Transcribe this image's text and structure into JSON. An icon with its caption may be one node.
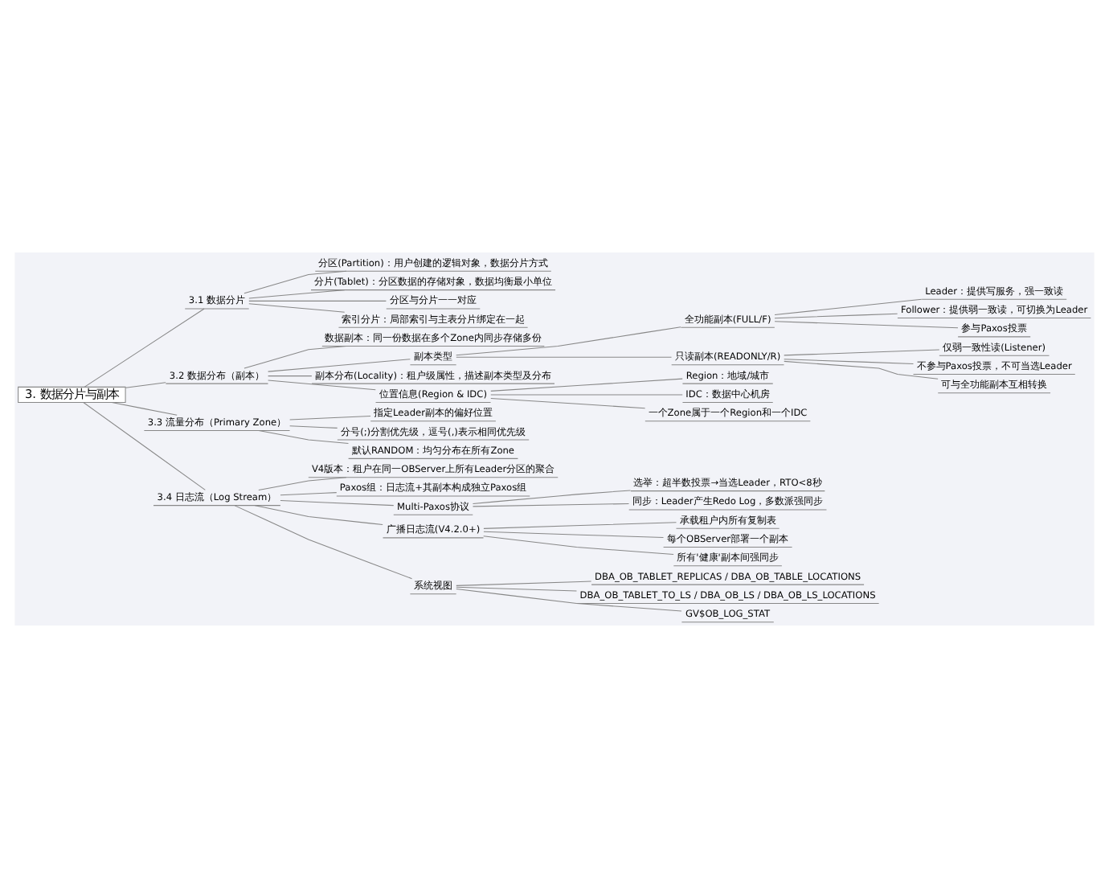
{
  "diagram": {
    "nodes": [
      {
        "text": [
          "3. 数据分片与副本"
        ]
      },
      {
        "text": [
          "3.1 数据分片"
        ]
      },
      {
        "text": [
          "分区(Partition)：用户创建的逻辑对象，数据分片方式"
        ]
      },
      {
        "text": [
          "分片(Tablet)：分区数据的存储对象，数据均衡最小单位"
        ]
      },
      {
        "text": [
          "分区与分片一一对应"
        ]
      },
      {
        "text": [
          "索引分片：局部索引与主表分片绑定在一起"
        ]
      },
      {
        "text": [
          "3.2 数据分布（副本）"
        ]
      },
      {
        "text": [
          "数据副本：同一份数据在多个Zone内同步存储多份"
        ]
      },
      {
        "text": [
          "副本类型"
        ]
      },
      {
        "text": [
          "全功能副本(FULL/F)"
        ]
      },
      {
        "text": [
          "Leader：提供写服务，强一致读"
        ]
      },
      {
        "text": [
          "Follower：提供弱一致读，可切换为Leader"
        ]
      },
      {
        "text": [
          "参与Paxos投票"
        ]
      },
      {
        "text": [
          "只读副本(READONLY/R)"
        ]
      },
      {
        "text": [
          "仅弱一致性读(Listener)"
        ]
      },
      {
        "text": [
          "不参与Paxos投票，不可当选Leader"
        ]
      },
      {
        "text": [
          "可与全功能副本互相转换"
        ]
      },
      {
        "text": [
          "副本分布(Locality)：租户级属性，描述副本类型及分布"
        ]
      },
      {
        "text": [
          "位置信息(Region & IDC)"
        ]
      },
      {
        "text": [
          "Region：地域/城市"
        ]
      },
      {
        "text": [
          "IDC：数据中心机房"
        ]
      },
      {
        "text": [
          "一个Zone属于一个Region和一个IDC"
        ]
      },
      {
        "text": [
          "3.3 流量分布（Primary Zone）"
        ]
      },
      {
        "text": [
          "指定Leader副本的偏好位置"
        ]
      },
      {
        "text": [
          "分号(;)分割优先级，逗号(,)表示相同优先级"
        ]
      },
      {
        "text": [
          "默认RANDOM：均匀分布在所有Zone"
        ]
      },
      {
        "text": [
          "3.4 日志流（Log Stream）"
        ]
      },
      {
        "text": [
          "V4版本：租户在同一OBServer上所有Leader分区的聚合"
        ]
      },
      {
        "text": [
          "Paxos组：日志流+其副本构成独立Paxos组"
        ]
      },
      {
        "text": [
          "Multi-Paxos协议"
        ]
      },
      {
        "text": [
          "选举：超半数投票→当选Leader，RTO<8秒"
        ]
      },
      {
        "text": [
          "同步：Leader产生Redo Log，多数派强同步"
        ]
      },
      {
        "text": [
          "广播日志流(V4.2.0+)"
        ]
      },
      {
        "text": [
          "承载租户内所有复制表"
        ]
      },
      {
        "text": [
          "每个OBServer部署一个副本"
        ]
      },
      {
        "text": [
          "所有'健康'副本间强同步"
        ]
      },
      {
        "text": [
          "系统视图"
        ]
      },
      {
        "text": [
          "DBA_OB_TABLET_REPLICAS / DBA_OB_TABLE_LOCATIONS"
        ]
      },
      {
        "text": [
          "DBA_OB_TABLET_TO_LS / DBA_OB_LS / DBA_OB_LS_LOCATIONS"
        ]
      },
      {
        "text": [
          "GV$OB_LOG_STAT"
        ]
      }
    ],
    "edges": [
      {
        "from": 0,
        "to": 1,
        "arrow": "none"
      },
      {
        "from": 1,
        "to": 2,
        "arrow": "none"
      },
      {
        "from": 1,
        "to": 3,
        "arrow": "none"
      },
      {
        "from": 1,
        "to": 4,
        "arrow": "none"
      },
      {
        "from": 1,
        "to": 5,
        "arrow": "none"
      },
      {
        "from": 0,
        "to": 6,
        "arrow": "none"
      },
      {
        "from": 6,
        "to": 7,
        "arrow": "none"
      },
      {
        "from": 6,
        "to": 8,
        "arrow": "none"
      },
      {
        "from": 8,
        "to": 9,
        "arrow": "none"
      },
      {
        "from": 9,
        "to": 10,
        "arrow": "none"
      },
      {
        "from": 9,
        "to": 11,
        "arrow": "none"
      },
      {
        "from": 9,
        "to": 12,
        "arrow": "none"
      },
      {
        "from": 8,
        "to": 13,
        "arrow": "none"
      },
      {
        "from": 13,
        "to": 14,
        "arrow": "none"
      },
      {
        "from": 13,
        "to": 15,
        "arrow": "none"
      },
      {
        "from": 13,
        "to": 16,
        "arrow": "none"
      },
      {
        "from": 6,
        "to": 17,
        "arrow": "none"
      },
      {
        "from": 6,
        "to": 18,
        "arrow": "none"
      },
      {
        "from": 18,
        "to": 19,
        "arrow": "none"
      },
      {
        "from": 18,
        "to": 20,
        "arrow": "none"
      },
      {
        "from": 18,
        "to": 21,
        "arrow": "none"
      },
      {
        "from": 0,
        "to": 22,
        "arrow": "none"
      },
      {
        "from": 22,
        "to": 23,
        "arrow": "none"
      },
      {
        "from": 22,
        "to": 24,
        "arrow": "none"
      },
      {
        "from": 22,
        "to": 25,
        "arrow": "none"
      },
      {
        "from": 0,
        "to": 26,
        "arrow": "none"
      },
      {
        "from": 26,
        "to": 27,
        "arrow": "none"
      },
      {
        "from": 26,
        "to": 28,
        "arrow": "none"
      },
      {
        "from": 26,
        "to": 29,
        "arrow": "none"
      },
      {
        "from": 29,
        "to": 30,
        "arrow": "none"
      },
      {
        "from": 29,
        "to": 31,
        "arrow": "none"
      },
      {
        "from": 26,
        "to": 32,
        "arrow": "none"
      },
      {
        "from": 32,
        "to": 33,
        "arrow": "none"
      },
      {
        "from": 32,
        "to": 34,
        "arrow": "none"
      },
      {
        "from": 32,
        "to": 35,
        "arrow": "none"
      },
      {
        "from": 26,
        "to": 36,
        "arrow": "none"
      },
      {
        "from": 36,
        "to": 37,
        "arrow": "none"
      },
      {
        "from": 36,
        "to": 38,
        "arrow": "none"
      },
      {
        "from": 36,
        "to": 39,
        "arrow": "none"
      }
    ]
  }
}
